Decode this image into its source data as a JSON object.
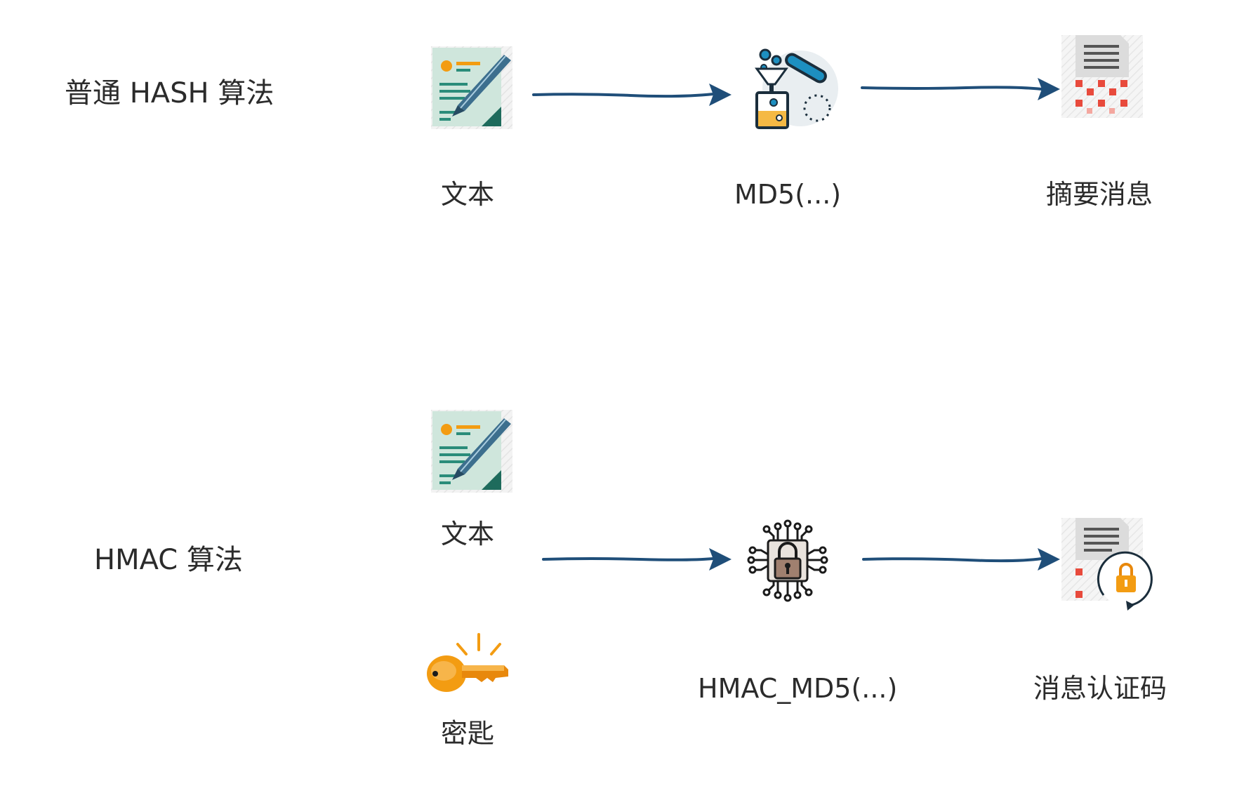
{
  "rows": {
    "hash": {
      "title": "普通 HASH 算法",
      "input_label": "文本",
      "function_label": "MD5(...)",
      "output_label": "摘要消息"
    },
    "hmac": {
      "title": "HMAC 算法",
      "input_label": "文本",
      "key_label": "密匙",
      "function_label": "HMAC_MD5(...)",
      "output_label": "消息认证码"
    }
  },
  "icons": {
    "document": "document-pen-icon",
    "lab": "lab-flask-icon",
    "digest": "hashed-document-icon",
    "key": "key-icon",
    "chip": "chip-lock-icon",
    "mac": "document-lock-icon"
  },
  "colors": {
    "arrow": "#1f4e79",
    "text": "#2b2b2b",
    "key": "#f39c12",
    "doc_teal": "#2a8c7a",
    "digest_red": "#e84a3c"
  }
}
